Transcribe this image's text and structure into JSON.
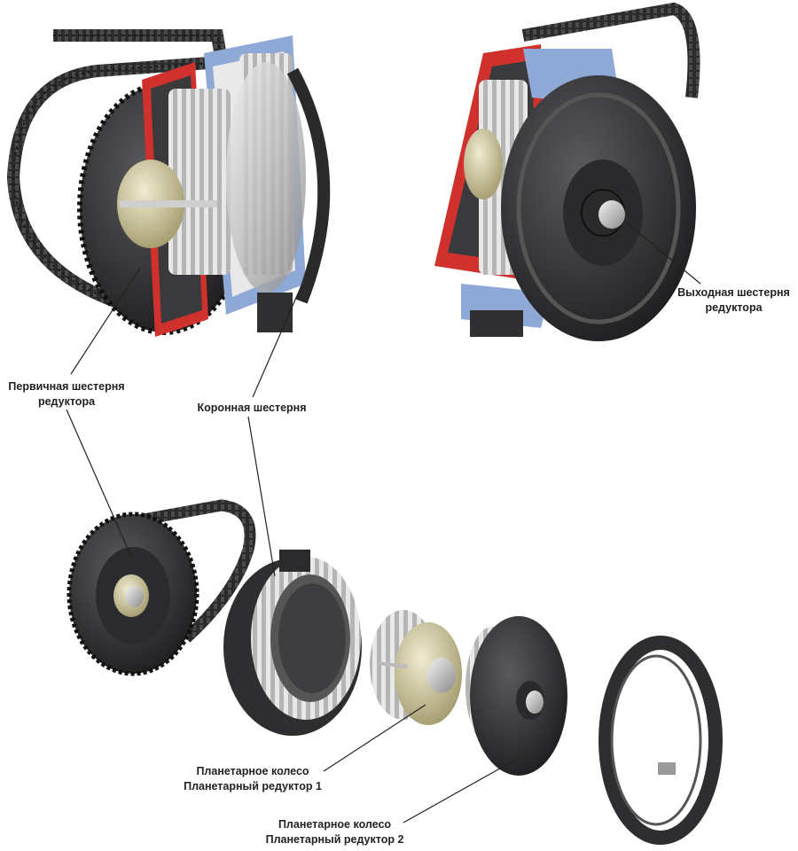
{
  "labels": {
    "primary_gear": {
      "line1": "Первичная шестерня",
      "line2": "редуктора"
    },
    "ring_gear": {
      "line1": "Коронная шестерня"
    },
    "output_gear": {
      "line1": "Выходная шестерня",
      "line2": "редуктора"
    },
    "planet_wheel_1": {
      "line1": "Планетарное колесо",
      "line2": "Планетарный редуктор 1"
    },
    "planet_wheel_2": {
      "line1": "Планетарное колесо",
      "line2": "Планетарный редуктор 2"
    }
  },
  "colors": {
    "belt": "#2b2b2b",
    "housing_red": "#d0312d",
    "housing_blue": "#8fa9d6",
    "steel": "#c9c9c9",
    "dark_metal": "#3a3a3c",
    "brass": "#d8d0a8"
  }
}
